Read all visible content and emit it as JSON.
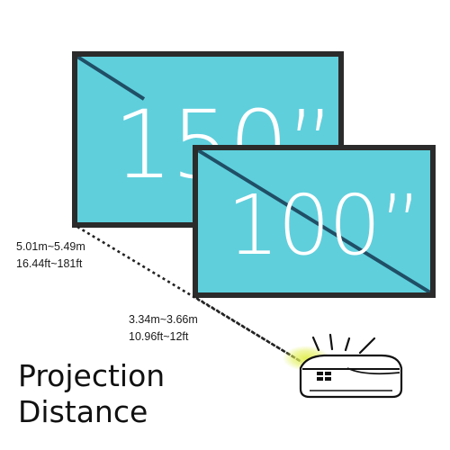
{
  "screens": [
    {
      "label": "150”",
      "distance_m": "5.01m~5.49m",
      "distance_ft": "16.44ft~181ft"
    },
    {
      "label": "100”",
      "distance_m": "3.34m~3.66m",
      "distance_ft": "10.96ft~12ft"
    }
  ],
  "headline": [
    "Projection",
    "Distance"
  ],
  "colors": {
    "screen_fill": "#5fcfdc",
    "frame": "#2b2b2b",
    "diagonal": "#1f4f66",
    "beam_glow": "#d9ec4a"
  },
  "icons": [
    "projector-icon"
  ]
}
